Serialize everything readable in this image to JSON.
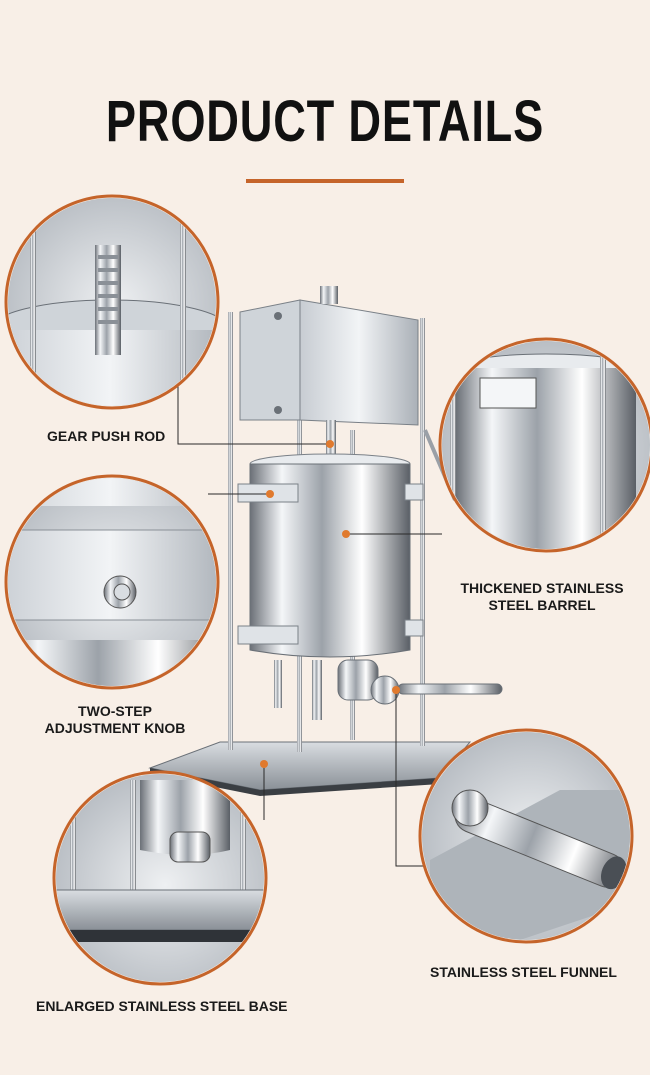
{
  "header": {
    "title": "PRODUCT DETAILS"
  },
  "callouts": {
    "gear_push_rod": "GEAR PUSH ROD",
    "barrel_line1": "THICKENED STAINLESS",
    "barrel_line2": "STEEL BARREL",
    "knob_line1": "TWO-STEP",
    "knob_line2": "ADJUSTMENT KNOB",
    "funnel": "STAINLESS STEEL FUNNEL",
    "base": "ENLARGED STAINLESS STEEL BASE"
  },
  "colors": {
    "background": "#f8efe7",
    "accent": "#c5642a",
    "steel_light": "#e9ecef",
    "steel_dark": "#4a4f55"
  }
}
